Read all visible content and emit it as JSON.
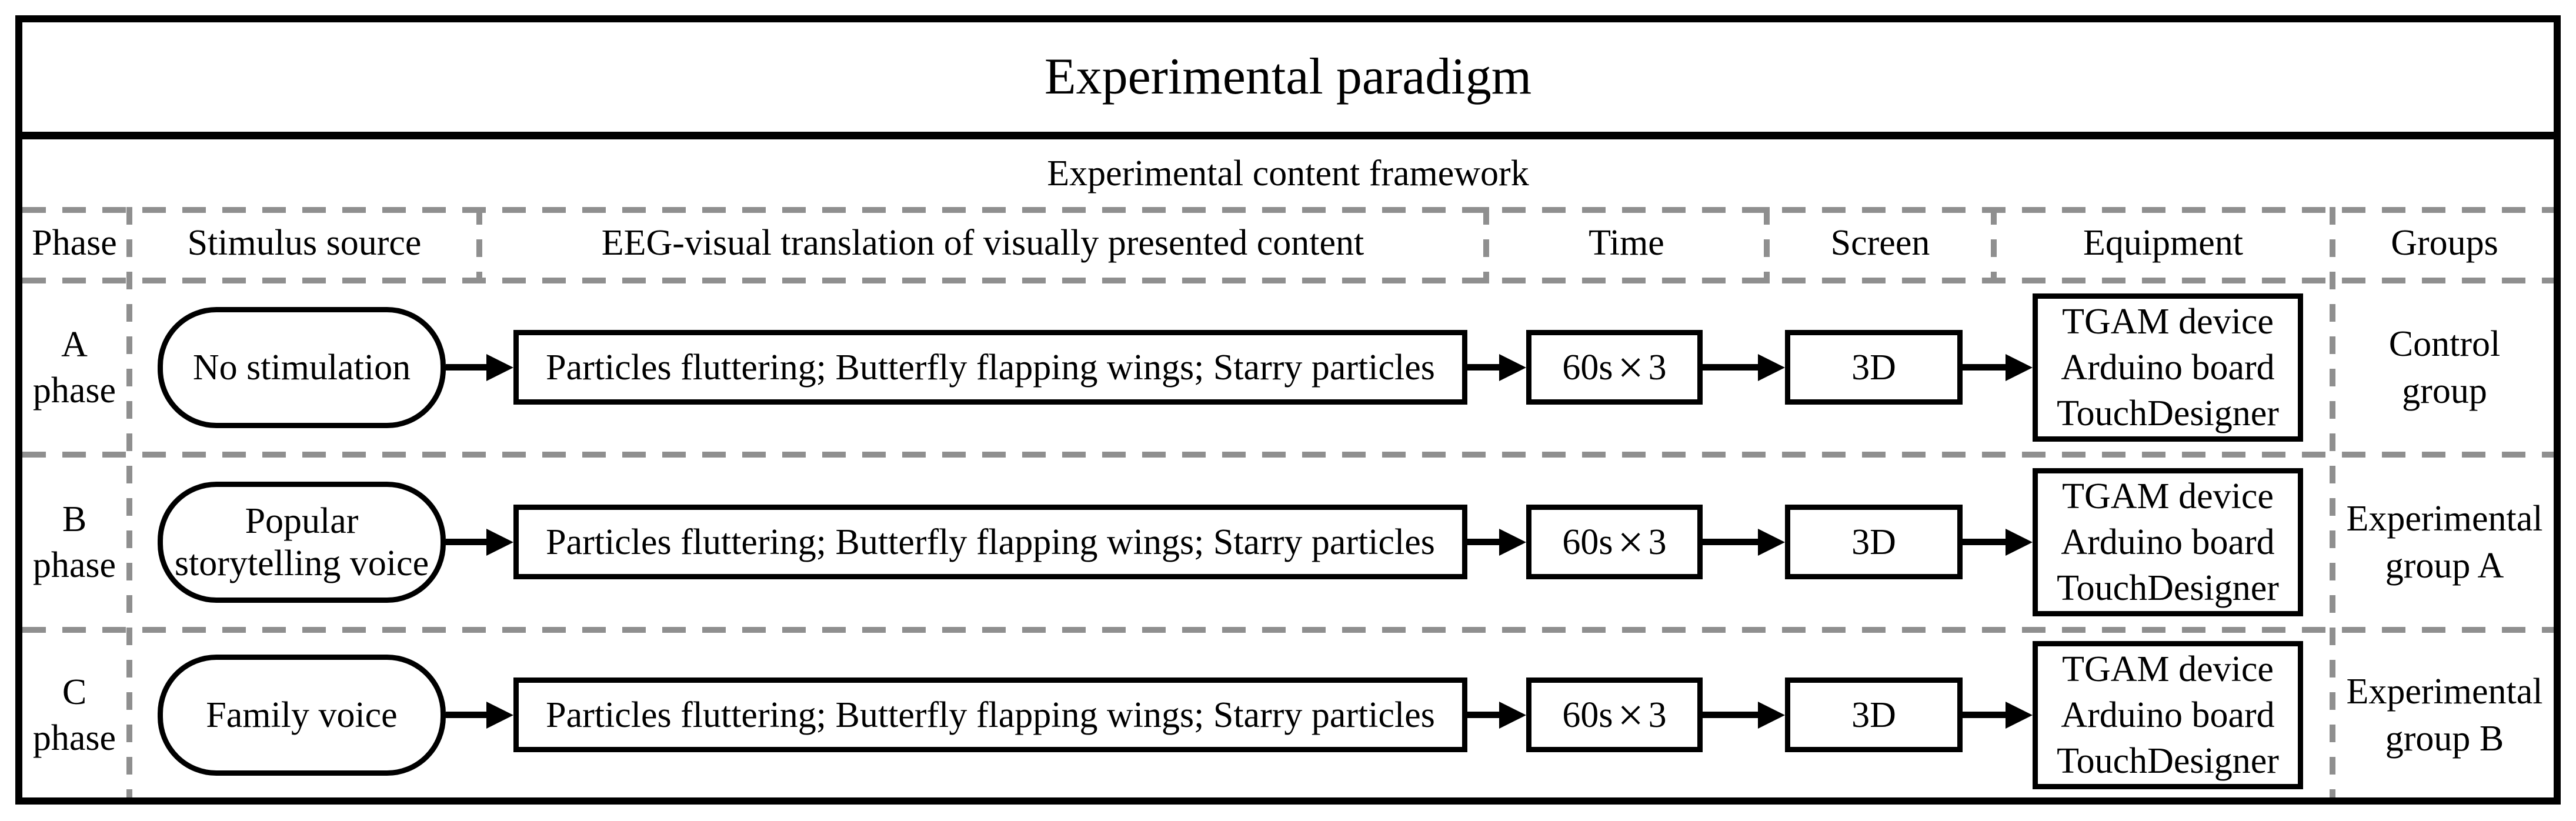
{
  "title": "Experimental paradigm",
  "subtitle": "Experimental content framework",
  "headers": {
    "phase": "Phase",
    "stimulus": "Stimulus source",
    "content": "EEG-visual translation of visually presented content",
    "time": "Time",
    "screen": "Screen",
    "equipment": "Equipment",
    "groups": "Groups"
  },
  "rows": [
    {
      "phase_lines": [
        "A",
        "phase"
      ],
      "stimulus": "No stimulation",
      "content": "Particles fluttering; Butterfly flapping wings; Starry particles",
      "time": [
        "60s",
        "×",
        "3"
      ],
      "screen": "3D",
      "equipment": [
        "TGAM device",
        "Arduino board",
        "TouchDesigner"
      ],
      "group_lines": [
        "Control",
        "group"
      ]
    },
    {
      "phase_lines": [
        "B",
        "phase"
      ],
      "stimulus": "Popular storytelling voice",
      "content": "Particles fluttering; Butterfly flapping wings; Starry particles",
      "time": [
        "60s",
        "×",
        "3"
      ],
      "screen": "3D",
      "equipment": [
        "TGAM device",
        "Arduino board",
        "TouchDesigner"
      ],
      "group_lines": [
        "Experimental",
        "group A"
      ]
    },
    {
      "phase_lines": [
        "C",
        "phase"
      ],
      "stimulus": "Family voice",
      "content": "Particles fluttering; Butterfly flapping wings; Starry particles",
      "time": [
        "60s",
        "×",
        "3"
      ],
      "screen": "3D",
      "equipment": [
        "TGAM device",
        "Arduino board",
        "TouchDesigner"
      ],
      "group_lines": [
        "Experimental",
        "group B"
      ]
    }
  ],
  "colors": {
    "line": "#000000",
    "dash": "#8f8f8f",
    "background": "#ffffff"
  }
}
